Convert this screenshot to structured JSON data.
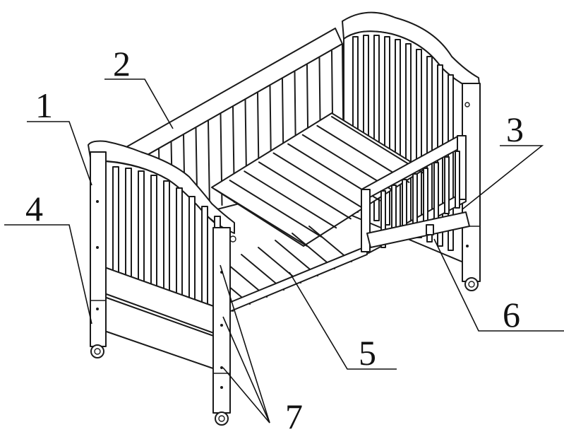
{
  "callouts": [
    {
      "id": "c1",
      "text": "1"
    },
    {
      "id": "c2",
      "text": "2"
    },
    {
      "id": "c3",
      "text": "3"
    },
    {
      "id": "c4",
      "text": "4"
    },
    {
      "id": "c5",
      "text": "5"
    },
    {
      "id": "c6",
      "text": "6"
    },
    {
      "id": "c7",
      "text": "7"
    }
  ],
  "colors": {
    "ink": "#1a1a1a",
    "background": "#ffffff"
  }
}
